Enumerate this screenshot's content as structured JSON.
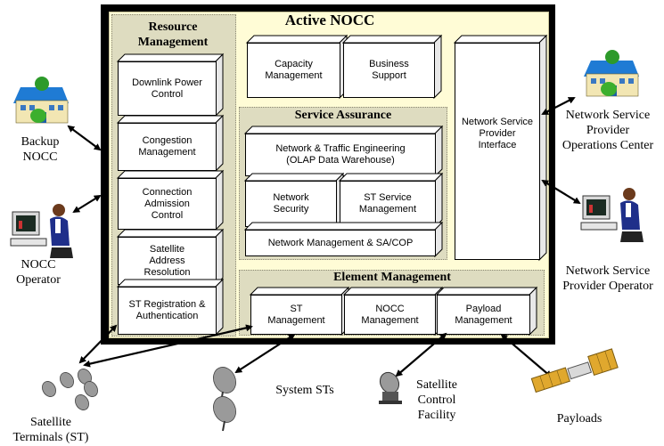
{
  "title": "Active NOCC",
  "resource_management": {
    "title": "Resource Management",
    "items": [
      "Downlink Power Control",
      "Congestion Management",
      "Connection Admission Control",
      "Satellite Address Resolution",
      "ST Registration & Authentication"
    ]
  },
  "top_boxes": {
    "capacity": "Capacity Management",
    "business": "Business Support"
  },
  "nsp_interface": "Network Service Provider Interface",
  "service_assurance": {
    "title": "Service Assurance",
    "traffic": "Network & Traffic Engineering (OLAP Data Warehouse)",
    "security": "Network Security",
    "st_service": "ST Service Management",
    "netmgmt": "Network Management & SA/COP"
  },
  "element_management": {
    "title": "Element Management",
    "items": [
      "ST Management",
      "NOCC Management",
      "Payload Management"
    ]
  },
  "external": {
    "backup": "Backup NOCC",
    "operator": "NOCC Operator",
    "nsp_ops": "Network Service Provider Operations Center",
    "nsp_operator": "Network Service Provider Operator",
    "sat_terminals": "Satellite Terminals (ST)",
    "system_sts": "System STs",
    "sat_control": "Satellite Control Facility",
    "payloads": "Payloads"
  },
  "icons": [
    "building-icon",
    "operator-workstation-icon",
    "satellite-dish-icon",
    "satellite-icon"
  ]
}
